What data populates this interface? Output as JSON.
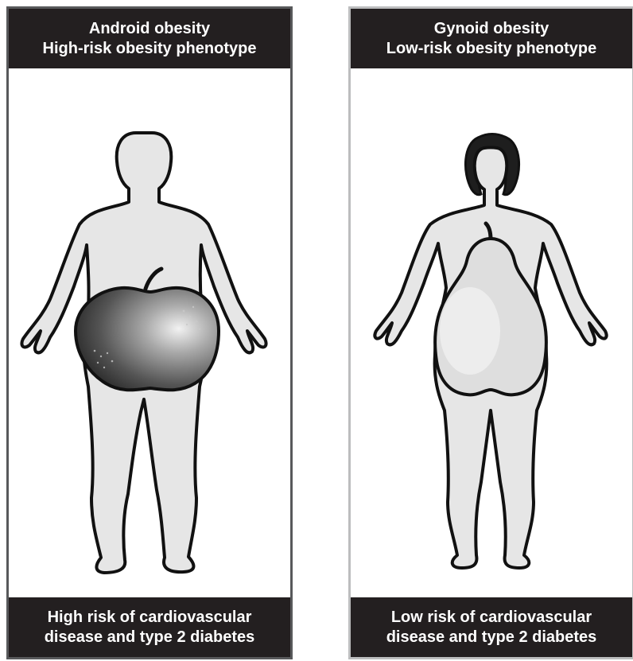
{
  "panels": [
    {
      "header": [
        "Android obesity",
        "High-risk obesity phenotype"
      ],
      "footer": [
        "High risk of cardiovascular",
        "disease and type 2 diabetes"
      ],
      "fruit": "apple-icon"
    },
    {
      "header": [
        "Gynoid obesity",
        "Low-risk obesity phenotype"
      ],
      "footer": [
        "Low risk of cardiovascular",
        "disease and type 2 diabetes"
      ],
      "fruit": "pear-icon"
    }
  ],
  "colors": {
    "bar_bg": "#231f20",
    "bar_text": "#ffffff",
    "body_fill": "#e6e6e6",
    "outline": "#111111",
    "left_border": "#58595b",
    "right_border": "#bcbdbe"
  }
}
